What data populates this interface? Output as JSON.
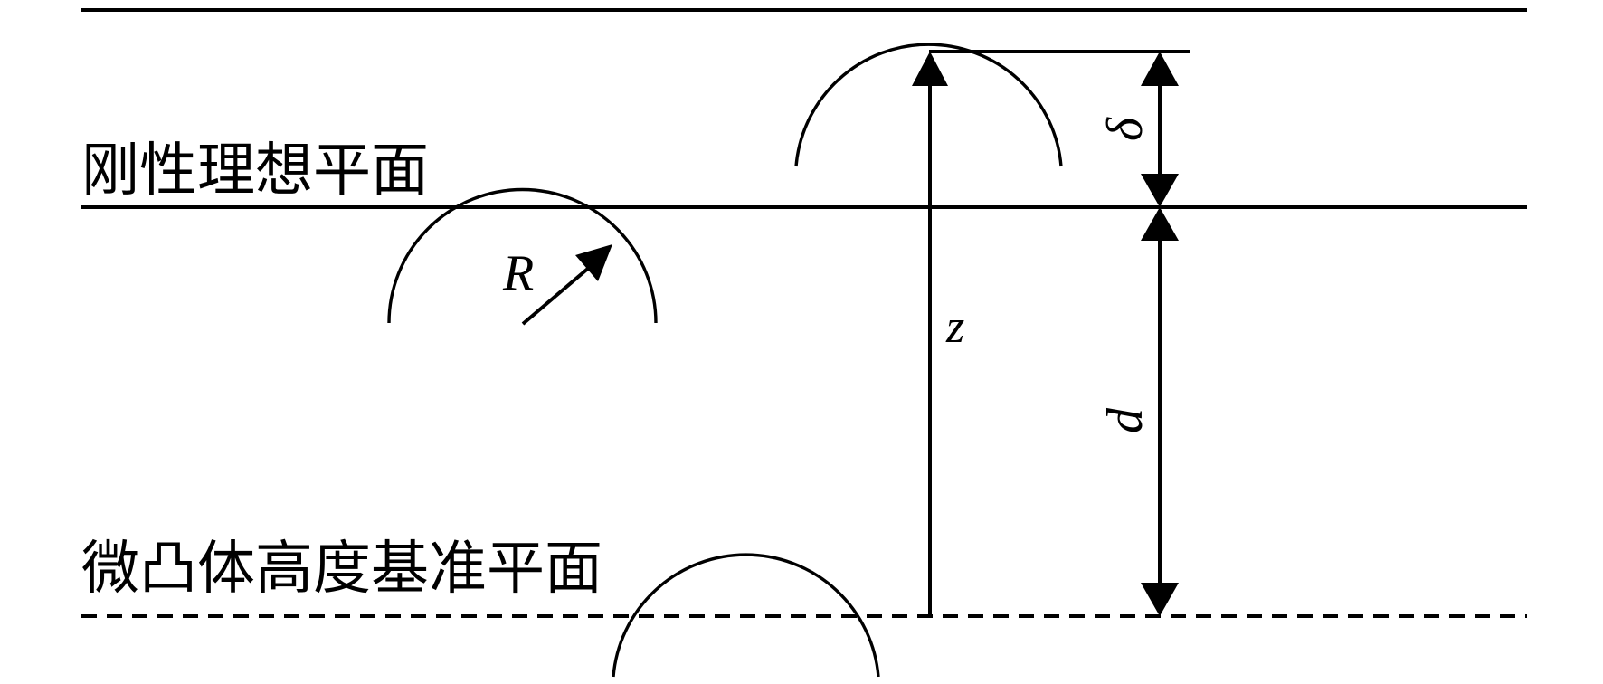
{
  "labels": {
    "rigid_plane": "刚性理想平面",
    "asperity_datum_plane": "微凸体高度基准平面",
    "radius": "R",
    "height": "z",
    "separation": "d",
    "interference": "δ"
  },
  "colors": {
    "stroke": "#000000",
    "background": "#ffffff"
  }
}
